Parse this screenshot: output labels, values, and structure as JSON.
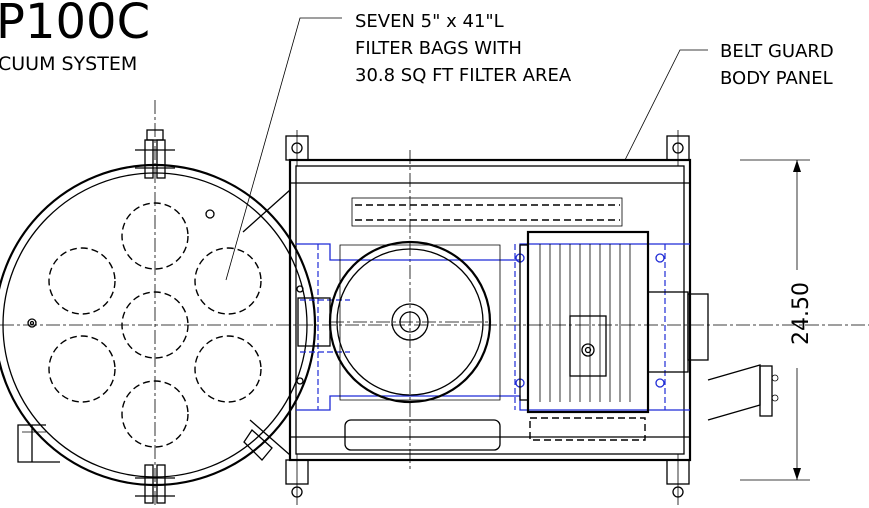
{
  "title": {
    "model": "P100C",
    "subtitle": "CUUM SYSTEM"
  },
  "callouts": {
    "filter_bags": [
      "SEVEN 5\" x 41\"L",
      "FILTER BAGS WITH",
      "30.8 SQ FT FILTER AREA"
    ],
    "belt_guard": [
      "BELT GUARD",
      "BODY PANEL"
    ]
  },
  "dimension": {
    "height_value": "24.50"
  },
  "colors": {
    "line": "#000000",
    "hidden_blue": "#1f2bd6",
    "background": "#ffffff"
  }
}
